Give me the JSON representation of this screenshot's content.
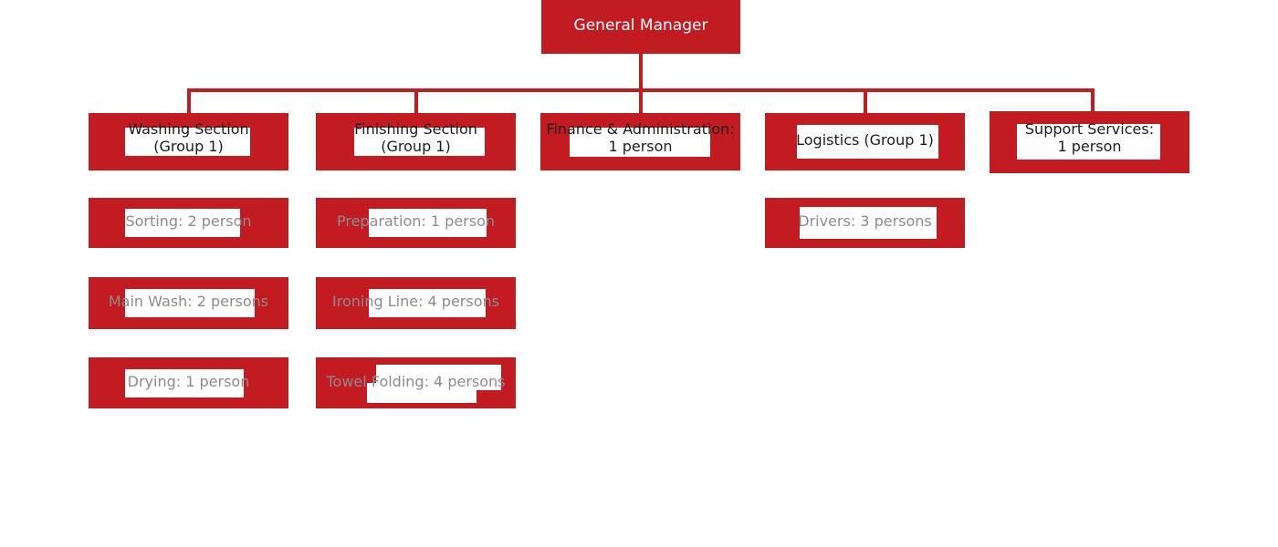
{
  "chart_data": {
    "type": "diagram",
    "diagram_type": "organizational-chart",
    "title": "",
    "accent_color": "#c31b22",
    "root_text_color": "#ffffff",
    "division_text_color": "#1d1d1b",
    "leaf_text_color": "#8c8c8c",
    "plate_color": "#ffffff",
    "root": {
      "id": "general-manager",
      "label": "General Manager"
    },
    "divisions": [
      {
        "id": "washing-section",
        "label": "Washing Section\n(Group 1)",
        "line1": "Washing Section",
        "line2": "(Group 1)",
        "children": [
          "sorting",
          "main-wash",
          "drying"
        ]
      },
      {
        "id": "finishing-section",
        "label": "Finishing Section\n(Group 1)",
        "line1": "Finishing Section",
        "line2": "(Group 1)",
        "children": [
          "preparation",
          "ironing-line",
          "towel-folding"
        ]
      },
      {
        "id": "finance-administration",
        "label": "Finance & Administration:\n1 person",
        "line1": "Finance & Administration:",
        "line2": "1 person",
        "headcount": 1,
        "children": []
      },
      {
        "id": "logistics",
        "label": "Logistics (Group 1)",
        "line1": "Logistics (Group 1)",
        "line2": "",
        "children": [
          "drivers"
        ]
      },
      {
        "id": "support-services",
        "label": "Support Services:\n1 person",
        "line1": "Support Services:",
        "line2": "1 person",
        "headcount": 1,
        "children": []
      }
    ],
    "leaves": [
      {
        "id": "sorting",
        "label": "Sorting: 2 person",
        "headcount": 2,
        "parent": "washing-section"
      },
      {
        "id": "main-wash",
        "label": "Main Wash: 2 persons",
        "headcount": 2,
        "parent": "washing-section"
      },
      {
        "id": "drying",
        "label": "Drying: 1 person",
        "headcount": 1,
        "parent": "washing-section"
      },
      {
        "id": "preparation",
        "label": "Preparation: 1 person",
        "headcount": 1,
        "parent": "finishing-section"
      },
      {
        "id": "ironing-line",
        "label": "Ironing Line: 4 persons",
        "headcount": 4,
        "parent": "finishing-section"
      },
      {
        "id": "towel-folding",
        "label": "Towel Folding: 4 persons",
        "headcount": 4,
        "parent": "finishing-section"
      },
      {
        "id": "drivers",
        "label": "Drivers: 3 persons",
        "headcount": 3,
        "parent": "logistics"
      }
    ]
  }
}
